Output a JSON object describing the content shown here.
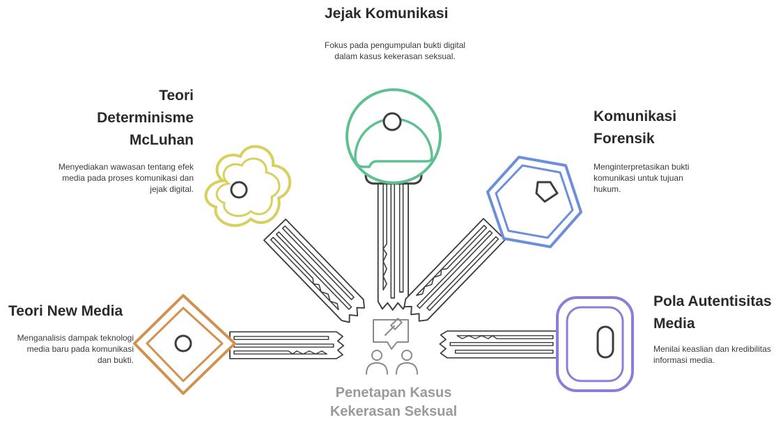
{
  "colors": {
    "jejak": "#5fc094",
    "mcluhan": "#d8cf5e",
    "forensik": "#6b8fd8",
    "new_media": "#d2924f",
    "autentisitas": "#8a7fd6",
    "key_blade": "#3d3d3d",
    "center_icon": "#8a8a8a"
  },
  "center": {
    "icon": "gavel-speech-people-icon",
    "title": "Penetapan Kasus Kekerasan Seksual"
  },
  "keys": [
    {
      "id": "jejak",
      "title": "Jejak Komunikasi",
      "description": "Fokus pada pengumpulan bukti digital dalam kasus kekerasan seksual."
    },
    {
      "id": "mcluhan",
      "title": "Teori Determinisme McLuhan",
      "description": "Menyediakan wawasan tentang efek media pada proses komunikasi dan jejak digital."
    },
    {
      "id": "forensik",
      "title": "Komunikasi Forensik",
      "description": "Menginterpretasikan bukti komunikasi untuk tujuan hukum."
    },
    {
      "id": "new_media",
      "title": "Teori New Media",
      "description": "Menganalisis dampak teknologi media baru pada komunikasi dan bukti."
    },
    {
      "id": "autentisitas",
      "title": "Pola Autentisitas Media",
      "description": "Menilai keaslian dan kredibilitas informasi media."
    }
  ]
}
